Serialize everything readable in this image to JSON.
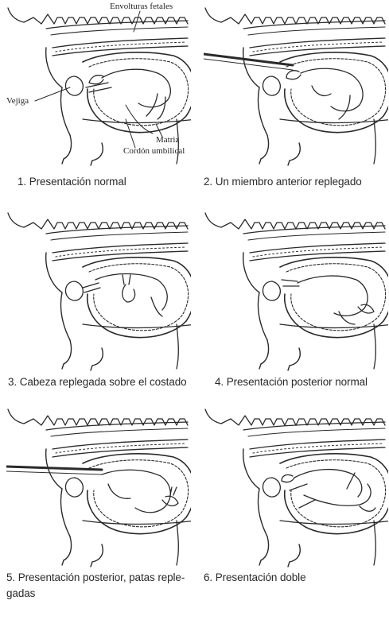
{
  "labels": {
    "envolturas": "Envolturas fetales",
    "vejiga": "Vejiga",
    "matriz": "Matriz",
    "cordon": "Cordón umbilical"
  },
  "captions": [
    "1. Presentación normal",
    "2. Un miembro anterior replegado",
    "3. Cabeza replegada sobre el costado",
    "4. Presentación posterior normal",
    "5. Presentación posterior, patas reple-",
    "gadas",
    "6. Presentación doble"
  ],
  "colors": {
    "ink": "#2a2a2a",
    "background": "#ffffff"
  }
}
